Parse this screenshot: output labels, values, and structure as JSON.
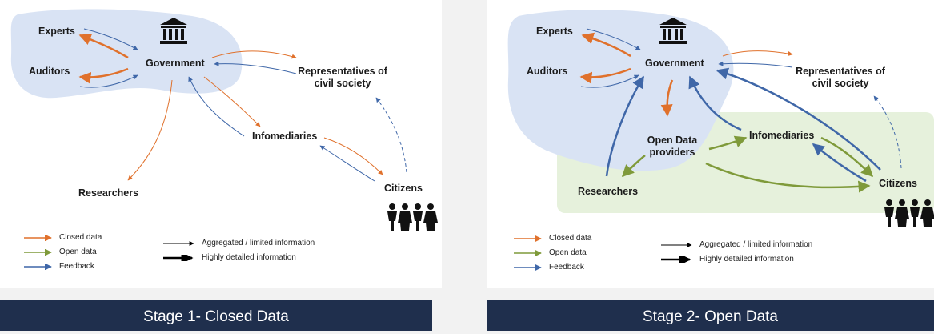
{
  "stage1": {
    "title": "Stage 1- Closed Data",
    "nodes": {
      "experts": "Experts",
      "auditors": "Auditors",
      "government": "Government",
      "representatives": "Representatives of civil society",
      "infomediaries": "Infomediaries",
      "researchers": "Researchers",
      "citizens": "Citizens"
    }
  },
  "stage2": {
    "title": "Stage 2- Open Data",
    "nodes": {
      "experts": "Experts",
      "auditors": "Auditors",
      "government": "Government",
      "representatives": "Representatives of civil society",
      "open_data_providers": "Open Data providers",
      "infomediaries": "Infomediaries",
      "researchers": "Researchers",
      "citizens": "Citizens"
    }
  },
  "legend": {
    "closed_data": "Closed data",
    "open_data": "Open data",
    "feedback": "Feedback",
    "aggregated": "Aggregated / limited information",
    "detailed": "Highly detailed information"
  },
  "colors": {
    "closed": "#e0712c",
    "open": "#7f9a3a",
    "feedback": "#3f67a8",
    "gov_blob": "#d9e3f4",
    "open_area": "#e6f1dc",
    "banner": "#1f2f4d"
  },
  "icons": [
    "government-building-icon",
    "citizens-group-icon"
  ]
}
